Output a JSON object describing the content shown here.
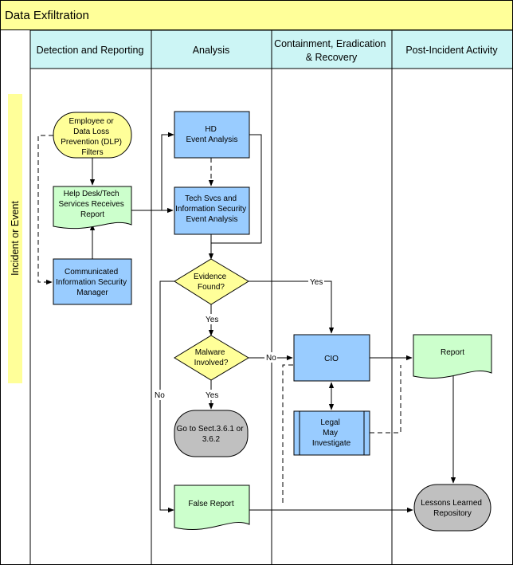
{
  "title": "Data Exfiltration",
  "lane": "Incident or Event",
  "columns": [
    [
      "Detection and Reporting"
    ],
    [
      "Analysis"
    ],
    [
      "Containment, Eradication",
      "& Recovery"
    ],
    [
      "Post-Incident Activity"
    ]
  ],
  "nodes": {
    "employee_dlp": [
      "Employee or",
      "Data Loss",
      "Prevention (DLP)",
      "Filters"
    ],
    "help_desk": [
      "Help Desk/Tech",
      "Services Receives",
      "Report"
    ],
    "communicated": [
      "Communicated",
      "Information Security",
      "Manager"
    ],
    "hd_analysis": [
      "HD",
      "Event Analysis"
    ],
    "techsvcs": [
      "Tech Svcs and",
      "Information Security",
      "Event Analysis"
    ],
    "evidence": [
      "Evidence",
      "Found?"
    ],
    "malware": [
      "Malware",
      "Involved?"
    ],
    "goto": [
      "Go to Sect.3.6.1 or",
      "3.6.2"
    ],
    "false_report": [
      "False Report"
    ],
    "cio": [
      "CIO"
    ],
    "legal": [
      "Legal",
      "May",
      "Investigate"
    ],
    "report": [
      "Report"
    ],
    "lessons": [
      "Lessons Learned",
      "Repository"
    ]
  },
  "edge_labels": {
    "yes_evidence_cio": "Yes",
    "yes_evidence_malware": "Yes",
    "no_malware_cio": "No",
    "yes_malware_goto": "Yes",
    "no_evidence_false": "No"
  },
  "colors": {
    "title_bar": "#FFFF99",
    "column_header": "#CCF5F5",
    "lane_label": "#FFFF99",
    "process": "#99CCFF",
    "document": "#CCFFCC",
    "decision": "#FFFF99",
    "start": "#FFFF99",
    "terminal": "#C0C0C0"
  }
}
